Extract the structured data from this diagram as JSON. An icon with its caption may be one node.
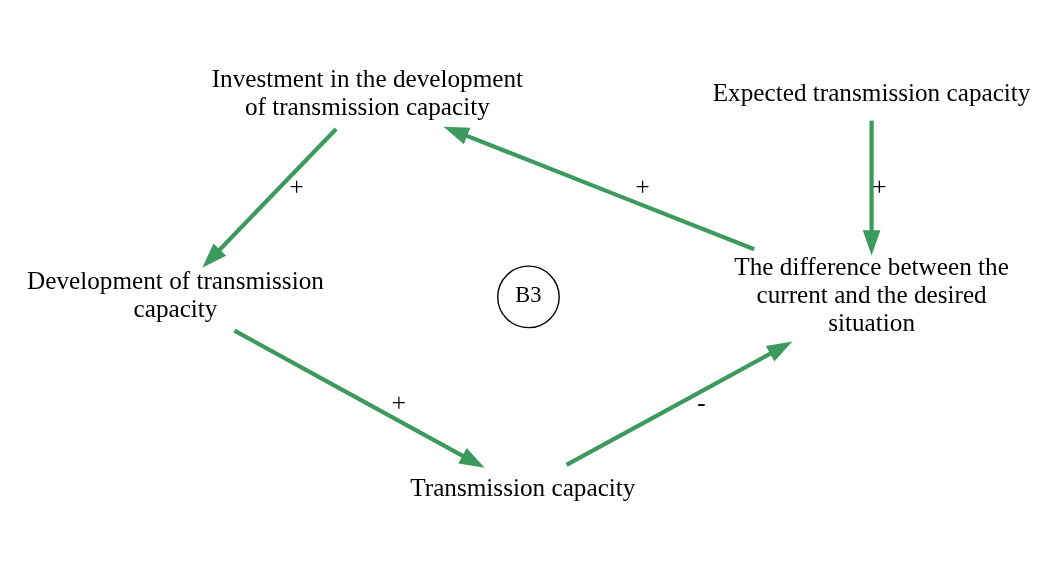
{
  "diagram": {
    "nodes": [
      {
        "text": [
          "Investment in the development of transmission capacity"
        ]
      },
      {
        "text": [
          "Expected transmission capacity"
        ]
      },
      {
        "text": [
          "Development of transmission capacity"
        ]
      },
      {
        "text": [
          "The difference between the current and the desired situation"
        ]
      },
      {
        "text": [
          "Transmission capacity"
        ]
      },
      {
        "text": [
          "B3"
        ]
      }
    ],
    "edges": [
      {
        "from": 0,
        "to": 2,
        "arrow": "to",
        "label": "+"
      },
      {
        "from": 2,
        "to": 4,
        "arrow": "to",
        "label": "+"
      },
      {
        "from": 4,
        "to": 3,
        "arrow": "to",
        "label": "-"
      },
      {
        "from": 3,
        "to": 0,
        "arrow": "to",
        "label": "+"
      },
      {
        "from": 1,
        "to": 3,
        "arrow": "to",
        "label": "+"
      }
    ]
  }
}
